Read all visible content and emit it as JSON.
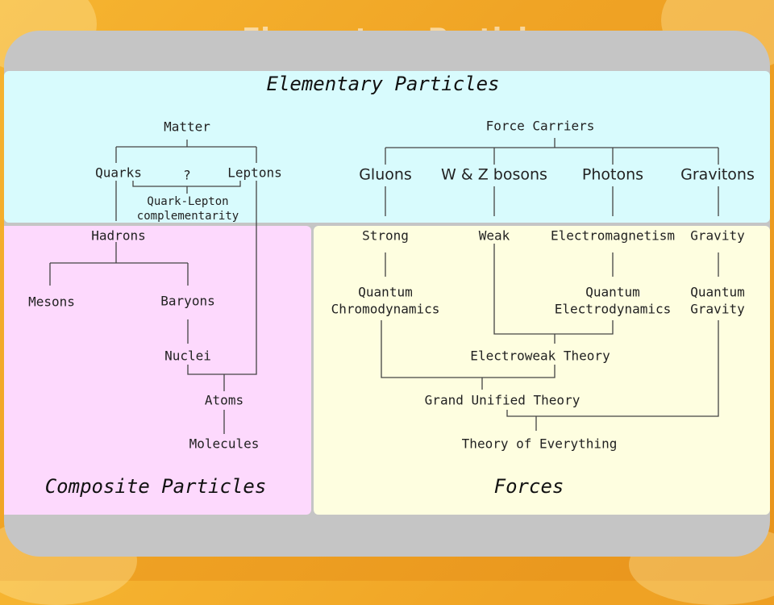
{
  "slide": {
    "title": "Elementary Particles"
  },
  "colors": {
    "background": "#f0a425",
    "panel": "#c5c5c5",
    "elementary_region": "#d8fbfd",
    "composite_region": "#fdd9fd",
    "forces_region": "#fefee0",
    "lines": "#444444"
  },
  "sections": {
    "elementary": "Elementary Particles",
    "composite": "Composite Particles",
    "forces": "Forces"
  },
  "nodes": {
    "matter": "Matter",
    "quarks": "Quarks",
    "question": "?",
    "leptons": "Leptons",
    "quark_lepton_1": "Quark-Lepton",
    "quark_lepton_2": "complementarity",
    "force_carriers": "Force Carriers",
    "gluons": "Gluons",
    "wz_bosons": "W & Z bosons",
    "photons": "Photons",
    "gravitons": "Gravitons",
    "hadrons": "Hadrons",
    "mesons": "Mesons",
    "baryons": "Baryons",
    "nuclei": "Nuclei",
    "atoms": "Atoms",
    "molecules": "Molecules",
    "strong": "Strong",
    "weak": "Weak",
    "electromagnetism": "Electromagnetism",
    "gravity": "Gravity",
    "qcd_1": "Quantum",
    "qcd_2": "Chromodynamics",
    "qed_1": "Quantum",
    "qed_2": "Electrodynamics",
    "qg_1": "Quantum",
    "qg_2": "Gravity",
    "electroweak": "Electroweak Theory",
    "gut": "Grand Unified Theory",
    "toe": "Theory of Everything"
  }
}
